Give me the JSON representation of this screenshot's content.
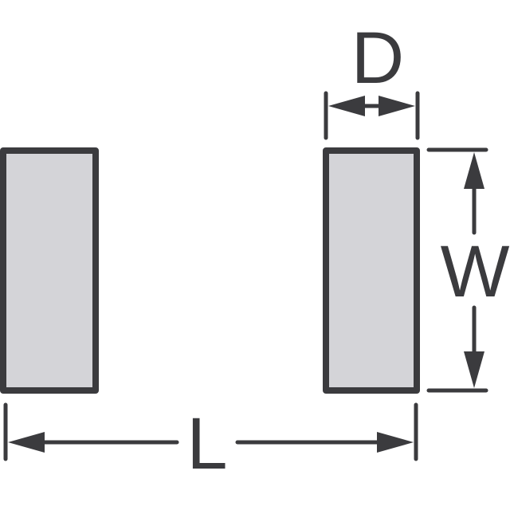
{
  "diagram": {
    "labels": {
      "D": "D",
      "W": "W",
      "L": "L"
    },
    "colors": {
      "stroke": "#3b3b3e",
      "fill": "#d4d4d8",
      "background": "#ffffff"
    }
  }
}
